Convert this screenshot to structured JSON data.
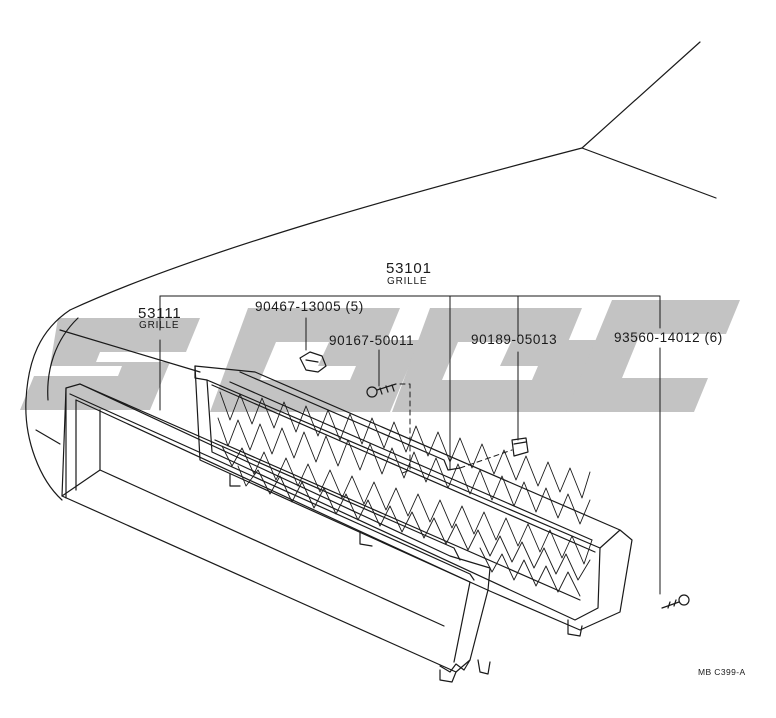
{
  "watermark": {
    "text": "SGGC",
    "color": "#b7b7b7"
  },
  "colors": {
    "ink": "#1a1a1a",
    "paper": "#ffffff"
  },
  "parts": {
    "p53101": {
      "number": "53101",
      "name": "GRILLE"
    },
    "p53111": {
      "number": "53111",
      "name": "GRILLE"
    },
    "p90467": {
      "number": "90467-13005",
      "qty": "(5)"
    },
    "p90167": {
      "number": "90167-50011"
    },
    "p90189": {
      "number": "90189-05013"
    },
    "p93560": {
      "number": "93560-14012",
      "qty": "(6)"
    }
  },
  "diagram_code": "MB C399-A"
}
